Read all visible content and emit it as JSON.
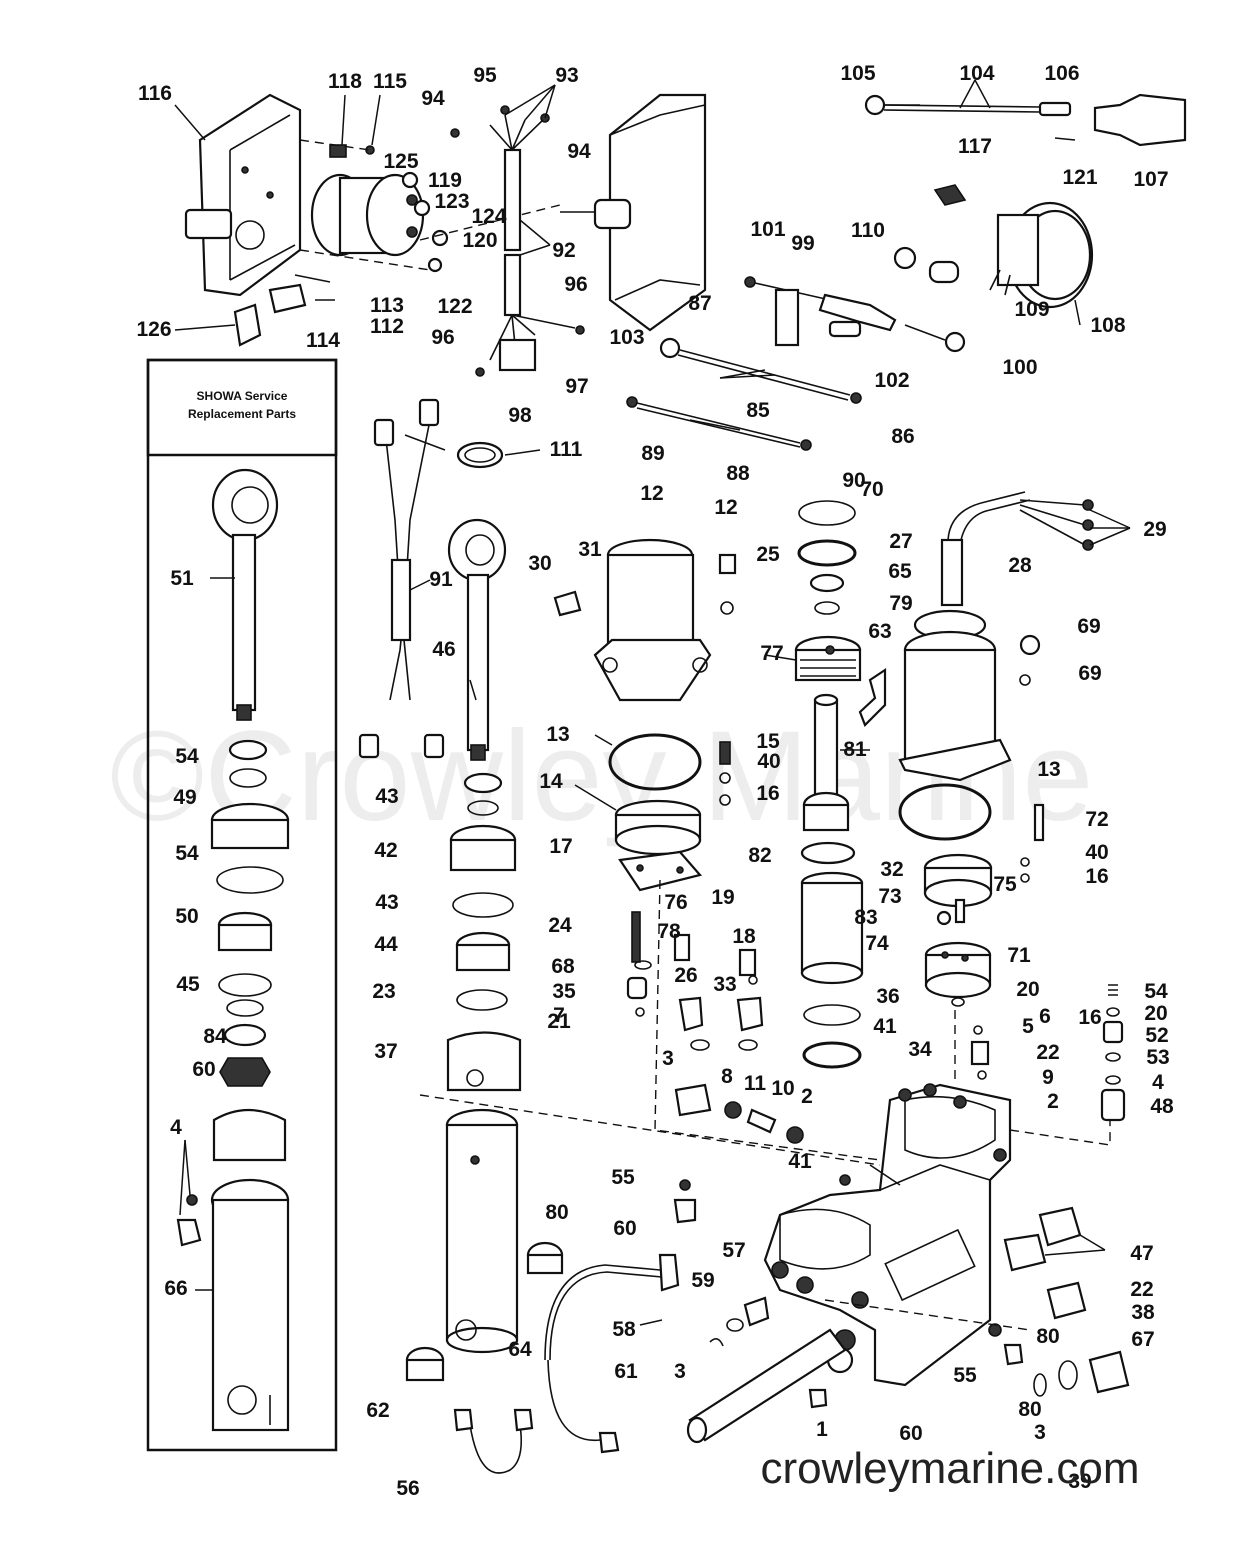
{
  "labels": [
    "116",
    "118",
    "115",
    "95",
    "93",
    "94",
    "94",
    "125",
    "119",
    "123",
    "124",
    "120",
    "92",
    "96",
    "96",
    "113",
    "112",
    "122",
    "126",
    "114",
    "97",
    "98",
    "103",
    "105",
    "104",
    "106",
    "107",
    "117",
    "121",
    "110",
    "101",
    "99",
    "109",
    "108",
    "87",
    "102",
    "100",
    "85",
    "86",
    "111",
    "89",
    "88",
    "90",
    "70",
    "27",
    "29",
    "65",
    "79",
    "28",
    "12",
    "69",
    "25",
    "77",
    "63",
    "12",
    "31",
    "30",
    "69",
    "51",
    "91",
    "46",
    "13",
    "15",
    "81",
    "40",
    "16",
    "54",
    "43",
    "14",
    "16",
    "13",
    "72",
    "49",
    "42",
    "17",
    "82",
    "40",
    "32",
    "75",
    "16",
    "54",
    "19",
    "43",
    "76",
    "73",
    "24",
    "78",
    "18",
    "74",
    "83",
    "71",
    "50",
    "44",
    "68",
    "20",
    "21",
    "26",
    "35",
    "5",
    "54",
    "45",
    "23",
    "33",
    "36",
    "6",
    "20",
    "7",
    "52",
    "84",
    "41",
    "37",
    "22",
    "8",
    "53",
    "60",
    "3",
    "34",
    "9",
    "4",
    "11",
    "10",
    "48",
    "4",
    "2",
    "2",
    "41",
    "55",
    "80",
    "60",
    "47",
    "66",
    "57",
    "22",
    "59",
    "38",
    "58",
    "67",
    "3",
    "80",
    "64",
    "55",
    "62",
    "80",
    "61",
    "3",
    "1",
    "60",
    "39",
    "56"
  ],
  "box": {
    "title_line1": "SHOWA Service",
    "title_line2": "Replacement Parts"
  },
  "watermark": "©Crowley Marine",
  "footer": "crowleymarine.com"
}
